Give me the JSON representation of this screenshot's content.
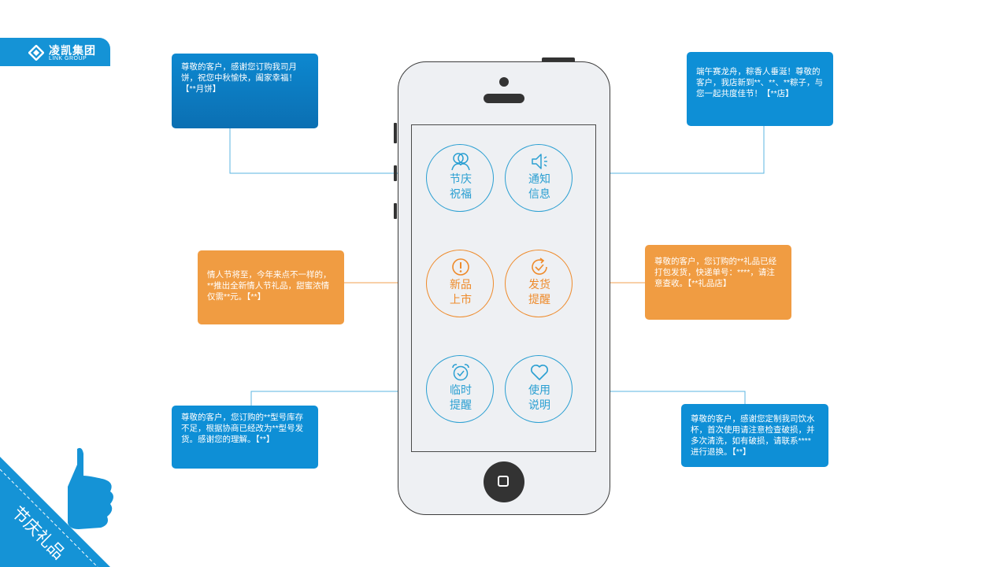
{
  "logo": {
    "name_cn": "凌凯集团",
    "name_en": "LINK GROUP"
  },
  "corner": {
    "label": "节庆礼品"
  },
  "buttons": {
    "festival": {
      "line1": "节庆",
      "line2": "祝福"
    },
    "notice": {
      "line1": "通知",
      "line2": "信息"
    },
    "new_product": {
      "line1": "新品",
      "line2": "上市"
    },
    "shipping": {
      "line1": "发货",
      "line2": "提醒"
    },
    "temporary": {
      "line1": "临时",
      "line2": "提醒"
    },
    "usage": {
      "line1": "使用",
      "line2": "说明"
    }
  },
  "messages": {
    "top_left": "尊敬的客户，感谢您订购我司月饼，祝您中秋愉快，阖家幸福！【**月饼】",
    "top_right": "端午赛龙舟，粽香人垂涎！尊敬的客户，我店新到**、**、**粽子，与您一起共度佳节！【**店】",
    "mid_left": "情人节将至，今年来点不一样的，**推出全新情人节礼品，甜蜜浓情仅需**元。【**】",
    "mid_right": "尊敬的客户，您订购的**礼品已经打包发货，快递单号：****，请注意查收。【**礼品店】",
    "bottom_left": "尊敬的客户，您订购的**型号库存不足，根据协商已经改为**型号发货。感谢您的理解。【**】",
    "bottom_right": "尊敬的客户，感谢您定制我司饮水杯，首次使用请注意检查破损，并多次清洗，如有破损，请联系****进行退换。【**】"
  },
  "colors": {
    "blue": "#0e8fd6",
    "orange": "#f09c42",
    "line_blue": "#5bb6e0",
    "line_orange": "#f0a050"
  }
}
